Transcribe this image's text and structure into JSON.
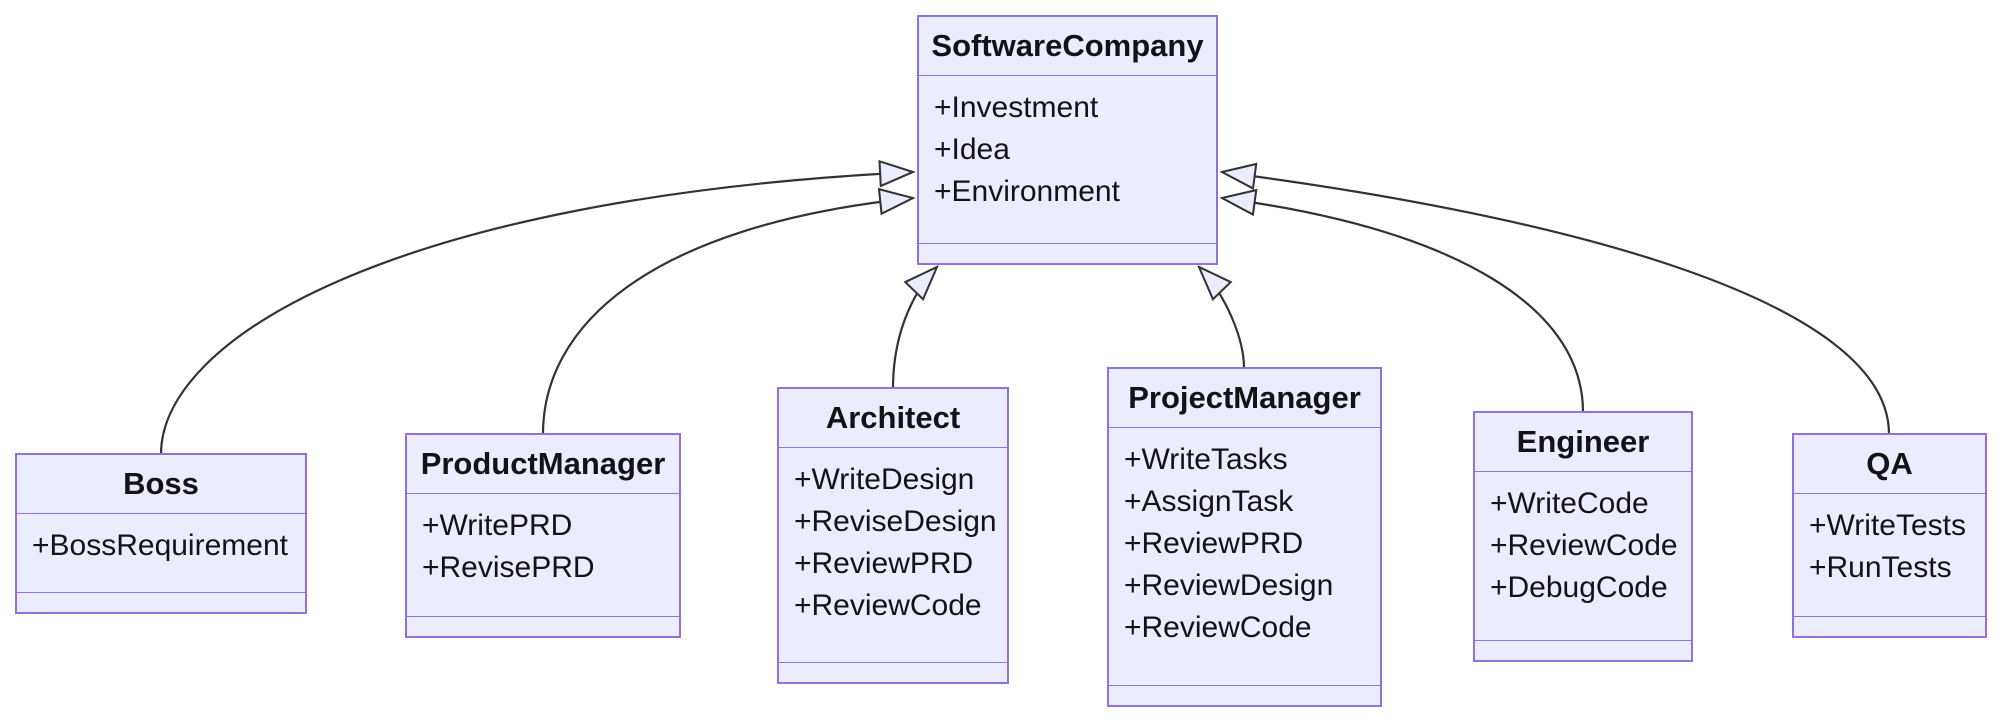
{
  "diagram": {
    "kind": "uml-class-diagram",
    "relation_type": "inheritance"
  },
  "colors": {
    "node_fill": "#ECECFF",
    "node_border": "#9370DB",
    "edge_line": "#333333",
    "text": "#131316",
    "background": "#ffffff"
  },
  "classes": [
    {
      "name": "SoftwareCompany",
      "members": [
        "+Investment",
        "+Idea",
        "+Environment"
      ]
    },
    {
      "name": "Boss",
      "members": [
        "+BossRequirement"
      ]
    },
    {
      "name": "ProductManager",
      "members": [
        "+WritePRD",
        "+RevisePRD"
      ]
    },
    {
      "name": "Architect",
      "members": [
        "+WriteDesign",
        "+ReviseDesign",
        "+ReviewPRD",
        "+ReviewCode"
      ]
    },
    {
      "name": "ProjectManager",
      "members": [
        "+WriteTasks",
        "+AssignTask",
        "+ReviewPRD",
        "+ReviewDesign",
        "+ReviewCode"
      ]
    },
    {
      "name": "Engineer",
      "members": [
        "+WriteCode",
        "+ReviewCode",
        "+DebugCode"
      ]
    },
    {
      "name": "QA",
      "members": [
        "+WriteTests",
        "+RunTests"
      ]
    }
  ],
  "relations": [
    {
      "from": "Boss",
      "to": "SoftwareCompany",
      "type": "inheritance"
    },
    {
      "from": "ProductManager",
      "to": "SoftwareCompany",
      "type": "inheritance"
    },
    {
      "from": "Architect",
      "to": "SoftwareCompany",
      "type": "inheritance"
    },
    {
      "from": "ProjectManager",
      "to": "SoftwareCompany",
      "type": "inheritance"
    },
    {
      "from": "Engineer",
      "to": "SoftwareCompany",
      "type": "inheritance"
    },
    {
      "from": "QA",
      "to": "SoftwareCompany",
      "type": "inheritance"
    }
  ]
}
